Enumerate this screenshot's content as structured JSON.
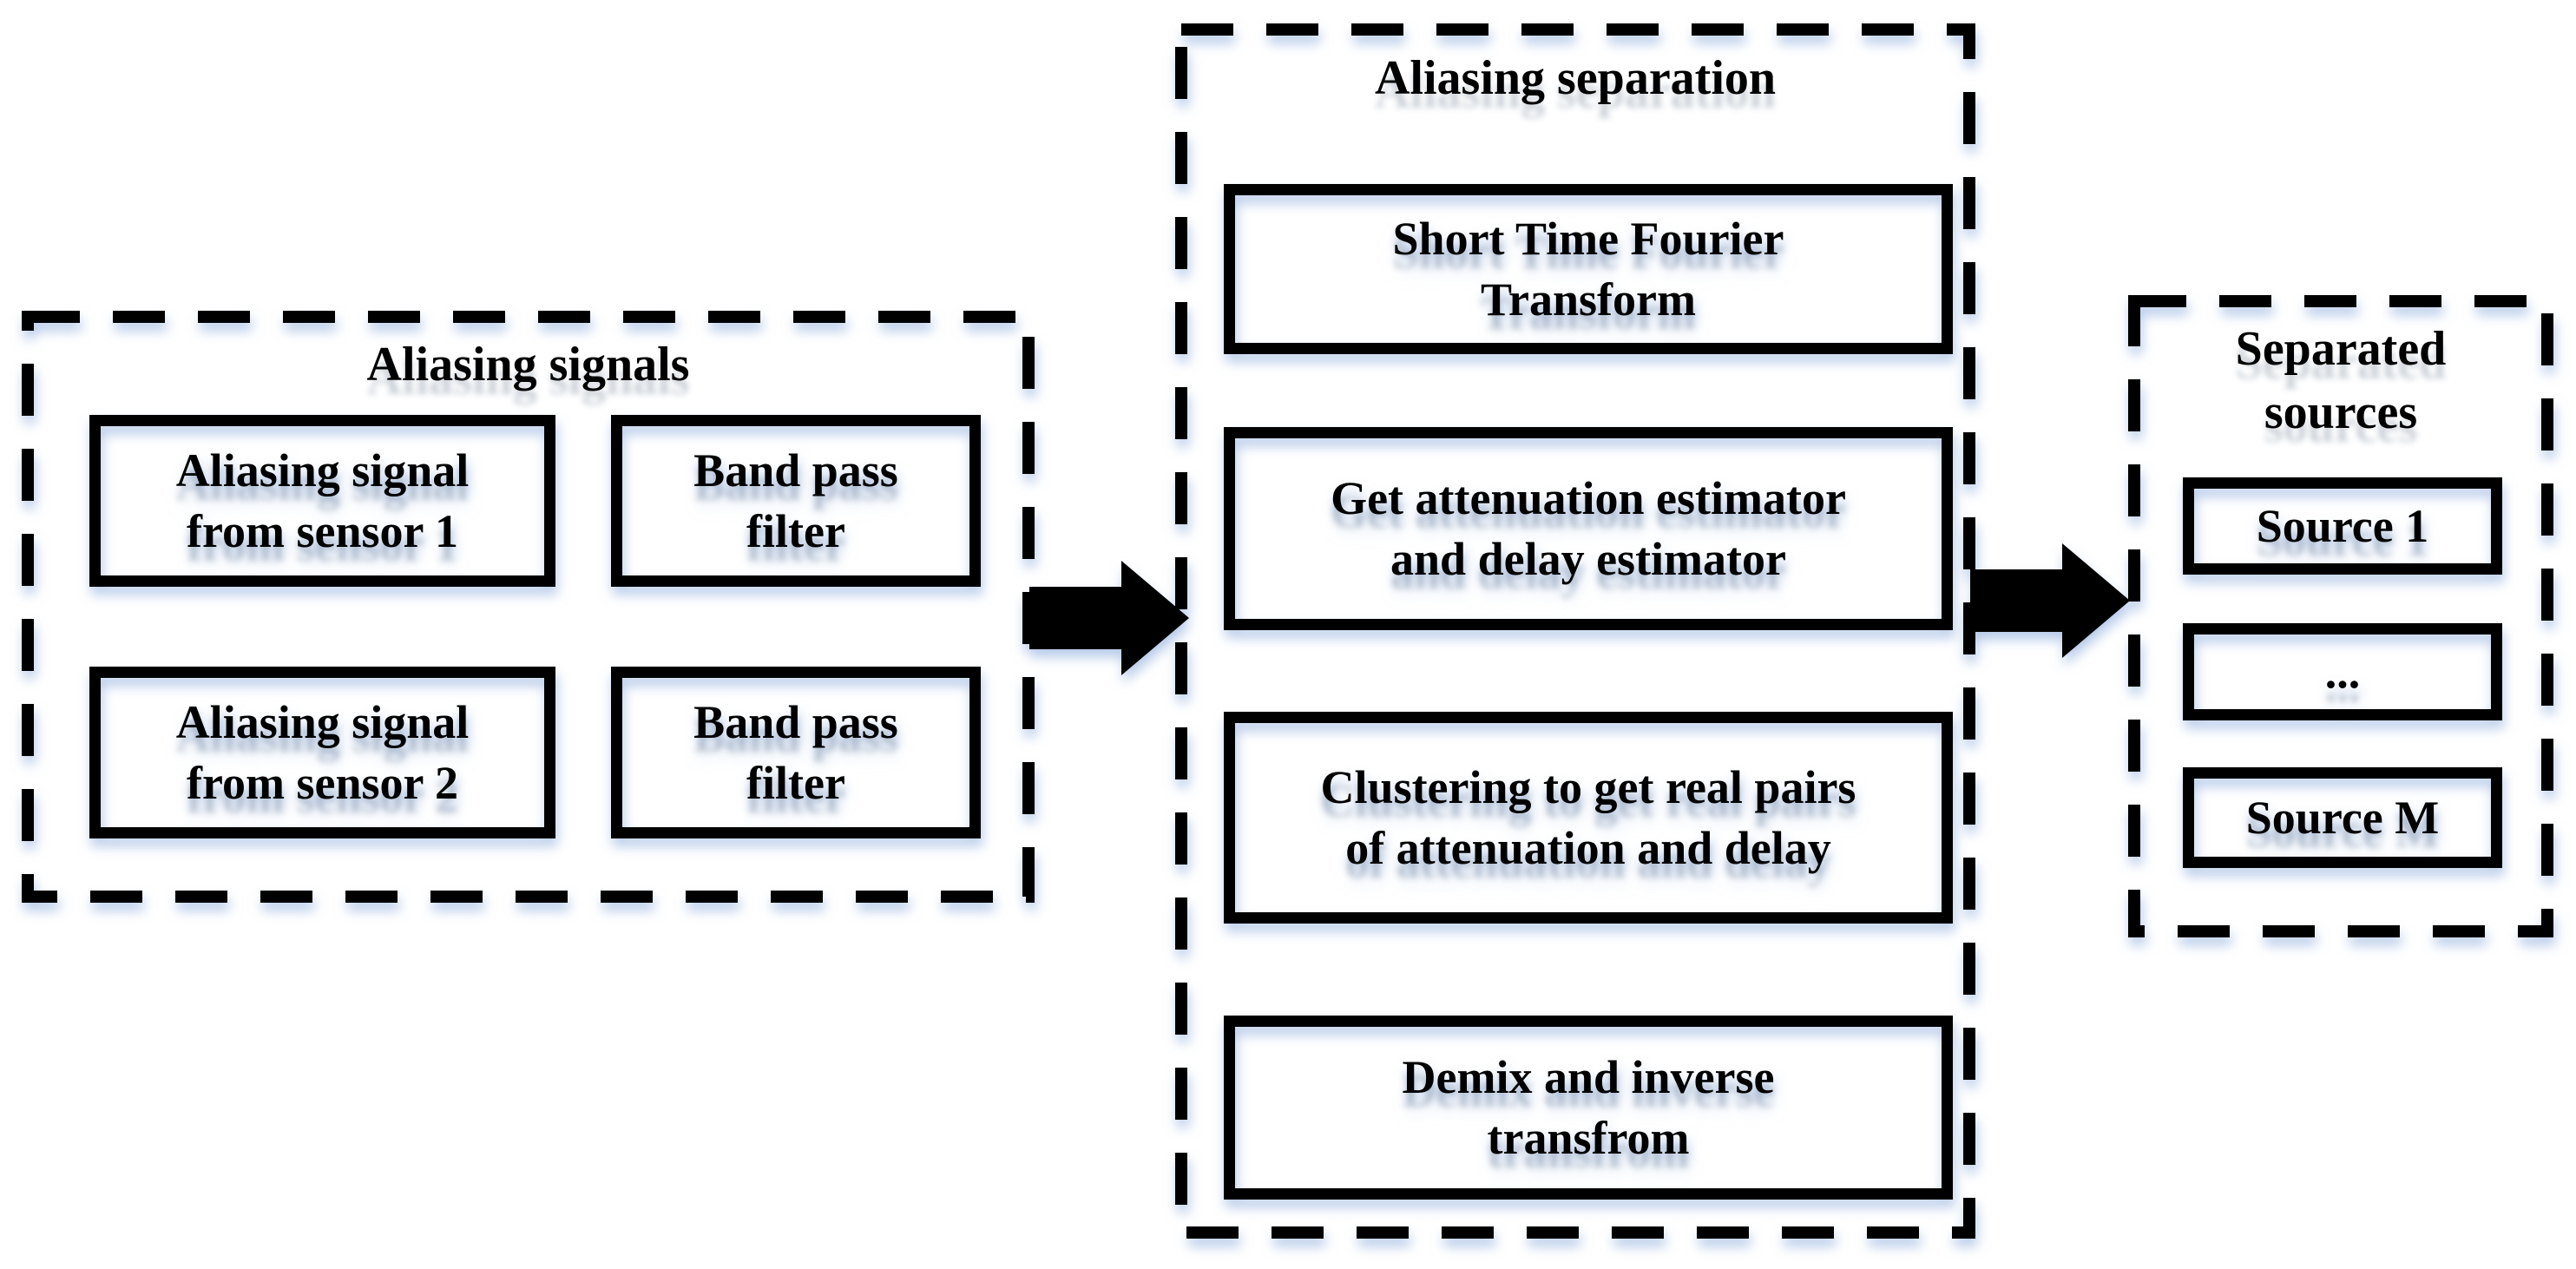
{
  "figure": {
    "type": "flow-diagram",
    "background_color": "#ffffff",
    "ink_color": "#000000",
    "shadow_color": "#c7daf0"
  },
  "groups": {
    "aliasing_signals": {
      "title": "Aliasing signals",
      "boxes": [
        "Aliasing signal\nfrom sensor 1",
        "Band pass\nfilter",
        "Aliasing signal\nfrom sensor 2",
        "Band pass\nfilter"
      ]
    },
    "aliasing_separation": {
      "title": "Aliasing separation",
      "steps": [
        "Short Time Fourier\nTransform",
        "Get attenuation estimator\nand delay estimator",
        "Clustering to get real pairs\nof attenuation and delay",
        "Demix and inverse\ntransfrom"
      ]
    },
    "separated_sources": {
      "title": "Separated\nsources",
      "boxes": [
        "Source 1",
        "...",
        "Source M"
      ]
    }
  },
  "arrows": [
    {
      "name": "signals-to-separation",
      "direction": "right"
    },
    {
      "name": "separation-to-sources",
      "direction": "right"
    }
  ]
}
